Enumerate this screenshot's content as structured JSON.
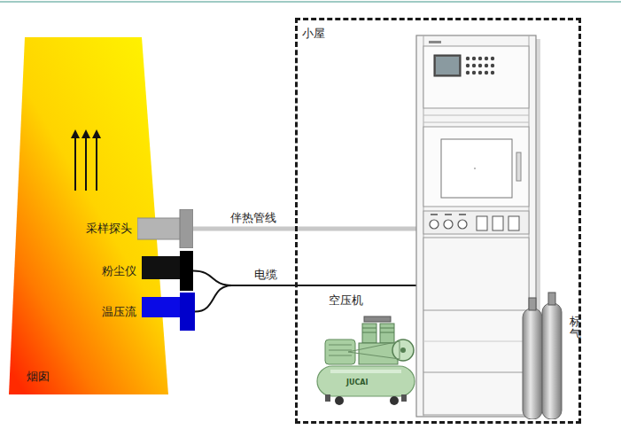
{
  "diagram": {
    "nodes": [
      {
        "text": [
          "烟囱"
        ]
      },
      {
        "text": [
          "采样探头"
        ]
      },
      {
        "text": [
          "粉尘仪"
        ]
      },
      {
        "text": [
          "温压流"
        ]
      },
      {
        "text": [
          "小屋"
        ]
      },
      {
        "text": [
          "空压机"
        ],
        "in": 4
      },
      {
        "text": [
          "标气"
        ],
        "in": 4
      }
    ],
    "edges": [
      {
        "from": 1,
        "to": 4,
        "arrow": "none",
        "label": "伴热管线"
      },
      {
        "from": 2,
        "to": 4,
        "arrow": "none",
        "label": "电缆"
      },
      {
        "from": 3,
        "to": 4,
        "arrow": "none"
      }
    ],
    "labels": [
      "JUCAI"
    ]
  }
}
